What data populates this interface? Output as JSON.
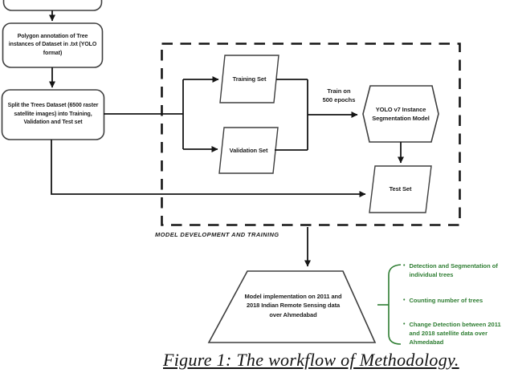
{
  "diagram": {
    "nodes": {
      "polygon_annotation": "Polygon annotation of Tree\ninstances of Dataset in .txt (YOLO\nformat)",
      "split_dataset": "Split the Trees Dataset (6500 raster\nsatellite images) into Training,\nValidation and Test set",
      "training_set": "Training Set",
      "validation_set": "Validation Set",
      "yolo_model": "YOLO v7 Instance\nSegmentation Model",
      "test_set": "Test Set",
      "model_implementation": "Model implementation on 2011 and\n2018 Indian Remote Sensing data\nover Ahmedabad"
    },
    "edge_labels": {
      "train_epochs": "Train on\n500 epochs"
    },
    "region_label": "MODEL DEVELOPMENT AND TRAINING",
    "bullet": "•",
    "outcomes": [
      "Detection and Segmentation of\nindividual trees",
      "Counting number of trees",
      "Change Detection between 2011\nand 2018 satellite data over\nAhmedabad"
    ],
    "caption": "Figure 1: The workflow of Methodology.",
    "colors": {
      "outcome_green": "#2e7d32",
      "line_black": "#151515",
      "box_border": "#3e3e3e"
    }
  }
}
